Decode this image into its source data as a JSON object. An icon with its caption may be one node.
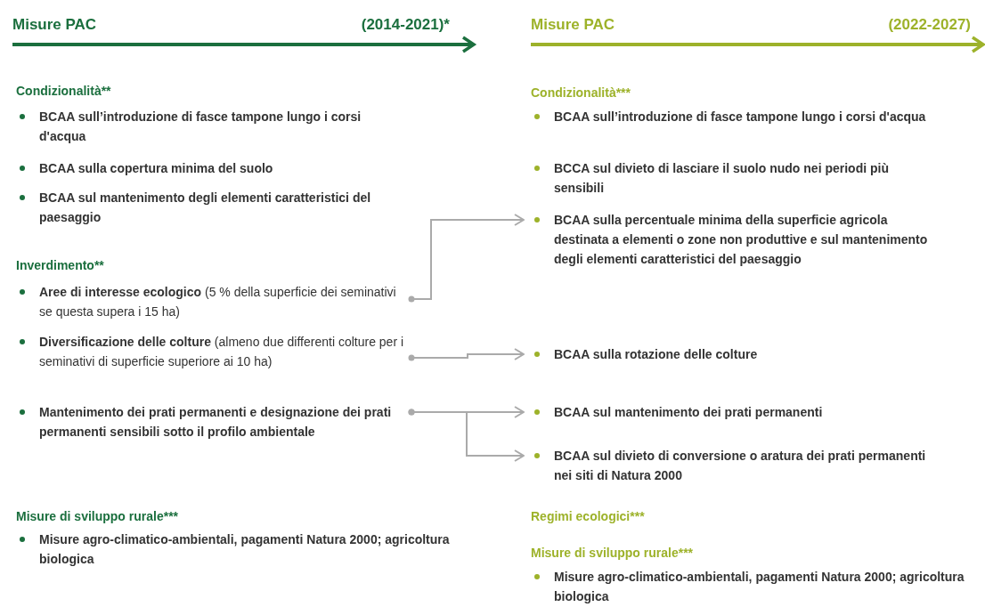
{
  "diagram": {
    "nodes": [
      {
        "text": [
          "**Aree di interesse ecologico** (5 % della superficie dei seminativi se questa supera i 15 ha)"
        ]
      },
      {
        "text": [
          "**Diversificazione delle colture** (almeno due differenti colture per i seminativi di superficie superiore ai 10 ha)"
        ]
      },
      {
        "text": [
          "Mantenimento dei prati permanenti e designazione dei prati permanenti sensibili sotto il profilo ambientale"
        ]
      },
      {
        "text": [
          "BCAA sulla percentuale minima della superficie agricola destinata a elementi o zone non produttive e sul mantenimento degli elementi caratteristici del paesaggio"
        ]
      },
      {
        "text": [
          "BCAA sulla rotazione delle colture"
        ]
      },
      {
        "text": [
          "BCAA sul mantenimento dei prati permanenti"
        ]
      },
      {
        "text": [
          "BCAA sul divieto di conversione o aratura dei prati permanenti nei siti di Natura 2000"
        ]
      }
    ],
    "edges": [
      {
        "from": 0,
        "to": 3,
        "arrow": "to"
      },
      {
        "from": 1,
        "to": 4,
        "arrow": "to"
      },
      {
        "from": 2,
        "to": 5,
        "arrow": "to"
      },
      {
        "from": 2,
        "to": 6,
        "arrow": "to"
      }
    ],
    "labels": [
      "Misure PAC",
      "(2014-2021)*",
      "Misure PAC",
      "(2022-2027)",
      "Condizionalità**",
      "BCAA sull’introduzione di fasce tampone lungo i corsi d'acqua",
      "BCAA sulla copertura minima del suolo",
      "BCAA sul mantenimento degli elementi caratteristici del paesaggio",
      "Inverdimento**",
      "Misure di sviluppo rurale***",
      "Misure agro-climatico-ambientali, pagamenti Natura 2000; agricoltura biologica",
      "Condizionalità***",
      "BCAA sull’introduzione di fasce tampone lungo i corsi d'acqua",
      "BCCA sul divieto di lasciare il suolo nudo nei periodi più sensibili",
      "Regimi ecologici***",
      "Misure di sviluppo rurale***",
      "Misure agro-climatico-ambientali, pagamenti Natura 2000; agricoltura biologica"
    ]
  }
}
